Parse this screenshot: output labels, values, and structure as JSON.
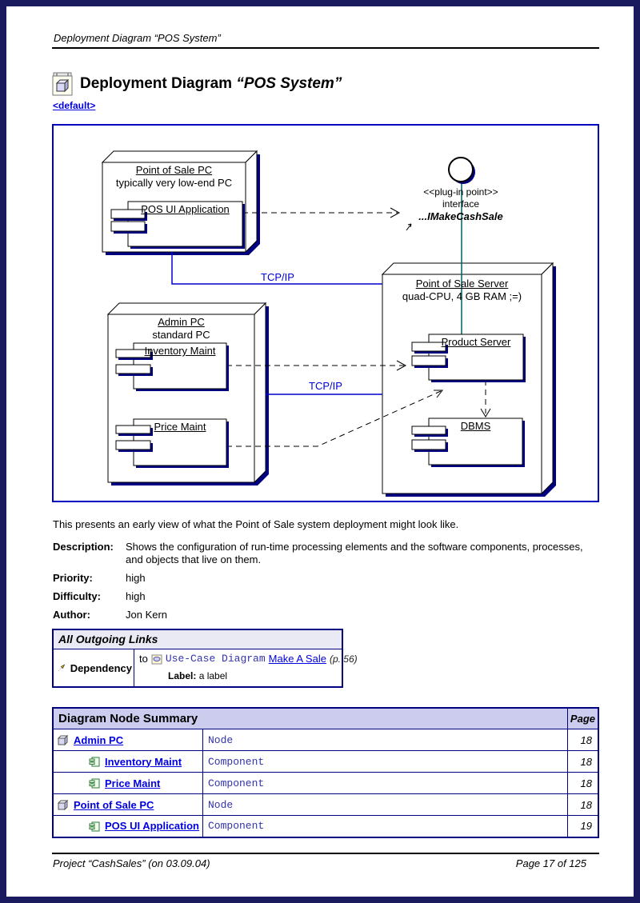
{
  "page": {
    "running_header": "Deployment Diagram “POS System”",
    "title": "Deployment Diagram",
    "title_emphasis": "“POS System”",
    "default_link": "<default>",
    "intro": "This presents an early view of what the Point of Sale system deployment might look like.",
    "footer_left": "Project “CashSales” (on 03.09.04)",
    "footer_right": "Page 17 of 125"
  },
  "diagram": {
    "pos_pc_title": "Point of Sale PC",
    "pos_pc_subtitle": "typically very low-end PC",
    "pos_ui_app": "POS UI Application",
    "iface_stereotype": "<<plug-in point>>",
    "iface_kind": "interface",
    "iface_name": "...IMakeCashSale",
    "server_title": "Point of Sale Server",
    "server_subtitle": "quad-CPU, 4 GB RAM ;=)",
    "product_server": "Product Server",
    "dbms": "DBMS",
    "admin_pc_title": "Admin PC",
    "admin_pc_subtitle": "standard PC",
    "inventory_maint": "Inventory Maint",
    "price_maint": "Price Maint",
    "tcpip_1": "TCP/IP",
    "tcpip_2": "TCP/IP"
  },
  "properties": {
    "description_label": "Description:",
    "description_value": "Shows the configuration of run-time processing elements and the software components, processes, and objects that live on them.",
    "priority_label": "Priority:",
    "priority_value": "high",
    "difficulty_label": "Difficulty:",
    "difficulty_value": "high",
    "author_label": "Author:",
    "author_value": "Jon Kern"
  },
  "outgoing_links": {
    "header": "All Outgoing Links",
    "dependency_label": "Dependency",
    "to_text": "to",
    "target_kind": "Use-Case Diagram",
    "target_link": "Make A Sale",
    "target_page": "(p. 56)",
    "label_caption": "Label:",
    "label_value": "a label"
  },
  "node_summary": {
    "header": "Diagram Node Summary",
    "page_col": "Page",
    "rows": [
      {
        "name": "Admin PC",
        "type": "Node",
        "page": "18"
      },
      {
        "name": "Inventory Maint",
        "type": "Component",
        "page": "18"
      },
      {
        "name": "Price Maint",
        "type": "Component",
        "page": "18"
      },
      {
        "name": "Point of Sale PC",
        "type": "Node",
        "page": "18"
      },
      {
        "name": "POS UI Application",
        "type": "Component",
        "page": "19"
      }
    ]
  },
  "colors": {
    "page_border": "#1a1a5e",
    "frame_border": "#0000c0",
    "connector_blue": "#0000d0",
    "teal_line": "#006060",
    "shadow_navy": "#000080",
    "link_blue": "#0000e0",
    "summary_header_bg": "#ccccee",
    "links_header_bg": "#eaeaf4",
    "mono_navy": "#3333aa"
  }
}
